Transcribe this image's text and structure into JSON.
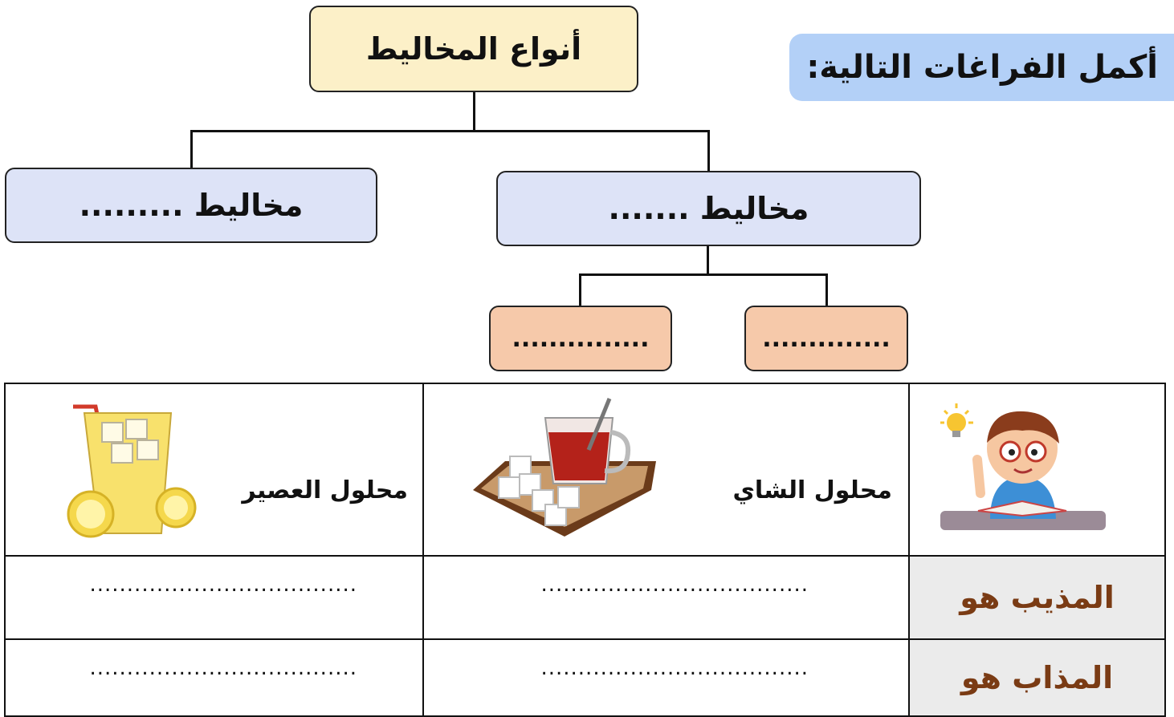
{
  "instruction": "أكمل الفراغات التالية:",
  "tree": {
    "root": "أنواع المخاليط",
    "right_branch": "مخاليط .......",
    "left_branch": "مخاليط .........",
    "sub_right": "..............",
    "sub_left": "..............."
  },
  "table": {
    "solutions": [
      {
        "name": "محلول الشاي",
        "picture": "tea-glass-icon"
      },
      {
        "name": "محلول العصير",
        "picture": "juice-glass-icon"
      }
    ],
    "header_picture": "boy-studying-icon",
    "rows": [
      {
        "label": "المذيب هو",
        "blank_tea": "....................................",
        "blank_juice": "...................................."
      },
      {
        "label": "المذاب هو",
        "blank_tea": "....................................",
        "blank_juice": "...................................."
      }
    ]
  },
  "colors": {
    "banner": "#b3d0f7",
    "root": "#fcf0c8",
    "level2": "#dde3f7",
    "level3": "#f6c9aa",
    "row_label_text": "#7a3b14"
  }
}
